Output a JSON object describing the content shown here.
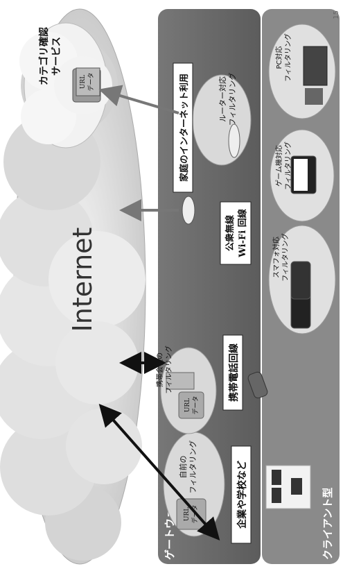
{
  "internet": {
    "label": "Internet"
  },
  "category_service": {
    "line1": "カテゴリ確認",
    "line2": "サービス",
    "db": {
      "line1": "URL",
      "line2": "データ"
    }
  },
  "gateway": {
    "label": "ゲートウェイ型",
    "self_filter": {
      "line1": "自前の",
      "line2": "フィルタリング",
      "db": {
        "line1": "URL",
        "line2": "データ"
      }
    },
    "carrier_filter": {
      "line1": "携帯会社の",
      "line2": "フィルタリング",
      "db": {
        "line1": "URL",
        "line2": "データ"
      }
    },
    "box_company": "企業や学校など",
    "box_mobile": "携帯電話回線",
    "box_wifi_1": "公衆無線",
    "box_wifi_2": "Wi-Fi 回線",
    "box_home": "家庭のインターネット利用",
    "router_filter": {
      "line1": "ルーター対応",
      "line2": "フィルタリング"
    }
  },
  "client": {
    "label": "クライアント型",
    "smartphone": {
      "line1": "スマフォ対応",
      "line2": "フィルタリング"
    },
    "game": {
      "line1": "ゲーム機対応",
      "line2": "フィルタリング"
    },
    "pc": {
      "line1": "PC対応",
      "line2": "フィルタリング"
    }
  },
  "page_number": "15",
  "colors": {
    "gateway_panel": "#6e6e6e",
    "client_panel": "#8a8a8a",
    "cloud": "#d6d6d6",
    "cloud_light": "#ececec"
  }
}
